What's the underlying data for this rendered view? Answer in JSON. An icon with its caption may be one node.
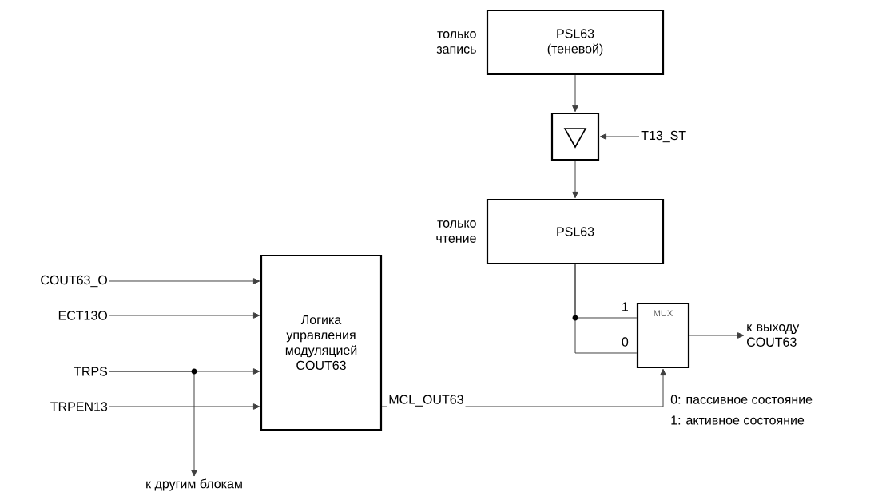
{
  "diagram": {
    "nodes": [
      {
        "text": [
          "PSL63 (теневой)"
        ],
        "beside": [
          "только запись"
        ]
      },
      {
        "text": [],
        "shape": "box"
      },
      {
        "text": [
          "T13_ST"
        ]
      },
      {
        "text": [
          "PSL63"
        ],
        "beside": [
          "только чтение"
        ]
      },
      {
        "text": [
          "Логика управления модуляцией COUT63"
        ]
      },
      {
        "text": [
          "COUT63_O"
        ]
      },
      {
        "text": [
          "ECT13O"
        ]
      },
      {
        "text": [
          "TRPS"
        ]
      },
      {
        "text": [
          "TRPEN13"
        ]
      },
      {
        "text": [
          "MUX"
        ]
      },
      {
        "text": [
          "к выходу COUT63"
        ]
      },
      {
        "text": [
          "к другим блокам"
        ]
      }
    ],
    "edges": [
      {
        "from": 0,
        "to": 1,
        "arrow": "to"
      },
      {
        "from": 2,
        "to": 1,
        "arrow": "to"
      },
      {
        "from": 1,
        "to": 3,
        "arrow": "to"
      },
      {
        "from": 5,
        "to": 4,
        "arrow": "to"
      },
      {
        "from": 6,
        "to": 4,
        "arrow": "to"
      },
      {
        "from": 7,
        "to": 4,
        "arrow": "to"
      },
      {
        "from": 8,
        "to": 4,
        "arrow": "to"
      },
      {
        "from": 7,
        "to": 11,
        "arrow": "to"
      },
      {
        "from": 3,
        "to": 9,
        "arrow": "none"
      },
      {
        "from": 3,
        "to": 9,
        "arrow": "none"
      },
      {
        "from": 4,
        "to": 9,
        "arrow": "to",
        "label": "MCL_OUT63"
      },
      {
        "from": 9,
        "to": 10,
        "arrow": "to"
      }
    ],
    "labels": [
      "1",
      "0",
      "0: пассивное состояние",
      "1: активное состояние"
    ]
  }
}
